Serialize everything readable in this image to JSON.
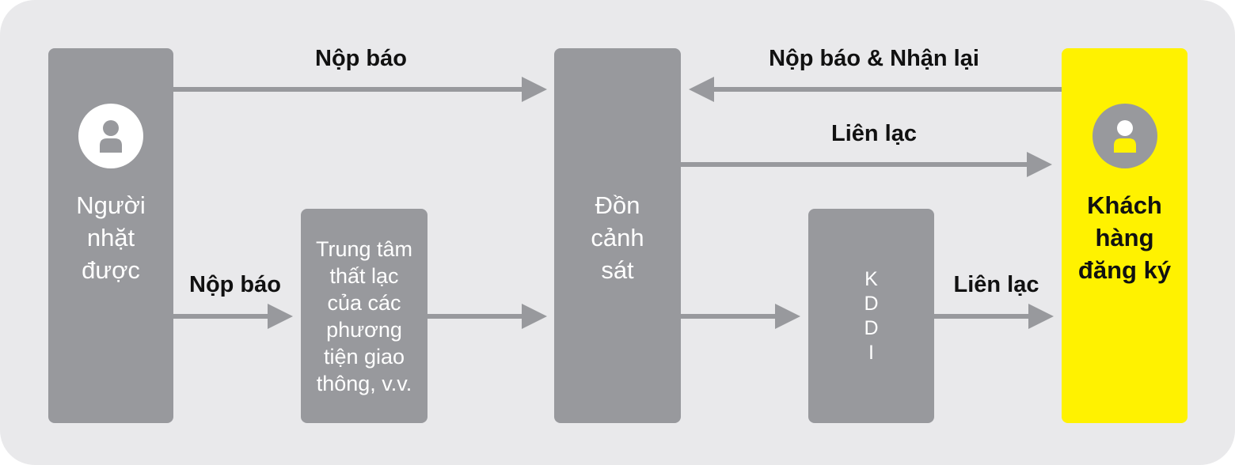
{
  "nodes": {
    "finder": {
      "label": "Người\nnhặt\nđược",
      "icon": "person-icon"
    },
    "lost_center": {
      "label": "Trung tâm\nthất lạc\ncủa các\nphương\ntiện giao\nthông, v.v."
    },
    "police": {
      "label": "Đồn\ncảnh\nsát"
    },
    "kddi": {
      "label": "K\nD\nD\nI"
    },
    "customer": {
      "label": "Khách\nhàng\nđăng ký",
      "icon": "person-icon"
    }
  },
  "edges": {
    "finder_to_police": "Nộp báo",
    "customer_to_police": "Nộp báo & Nhận lại",
    "police_to_customer": "Liên lạc",
    "finder_to_center": "Nộp báo",
    "kddi_to_customer": "Liên lạc"
  },
  "colors": {
    "background": "#e9e9eb",
    "node_gray": "#98999d",
    "highlight": "#fff200",
    "arrow": "#98999d",
    "label": "#111111"
  }
}
